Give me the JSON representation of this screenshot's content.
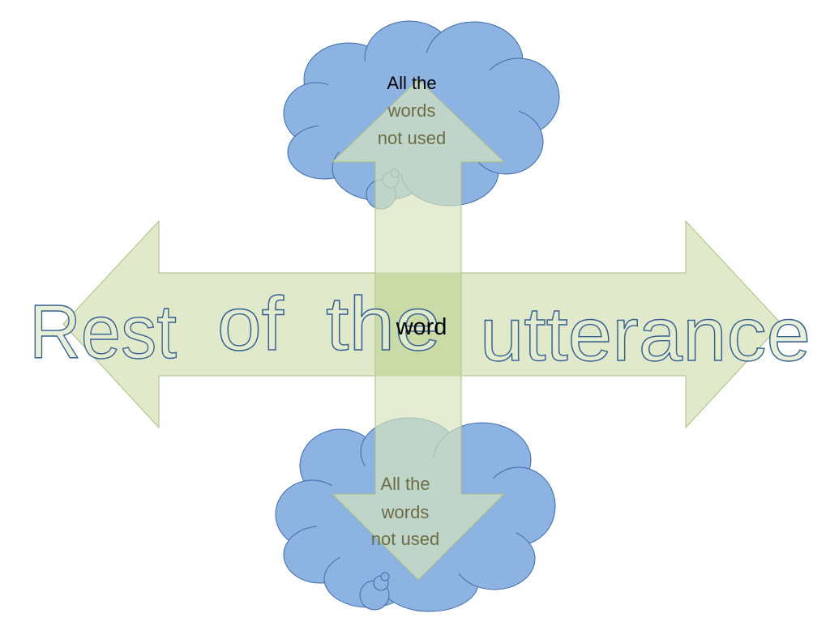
{
  "diagram": {
    "center_word": "word",
    "big_text": [
      "Rest",
      "of",
      "the",
      "utterance"
    ],
    "top_cloud": {
      "lines": [
        "All the",
        "words",
        "not used"
      ]
    },
    "bottom_cloud": {
      "lines": [
        "All the",
        "words",
        "not used"
      ]
    }
  },
  "colors": {
    "cloud_fill": "#8db3e2",
    "cloud_stroke": "#3f6aa8",
    "arrow_fill": "#d7e4bd",
    "arrow_stroke": "#a9bf82",
    "center_fill": "#c3d69b",
    "wordart_fill": "#e3ecd0",
    "wordart_stroke": "#365f91",
    "cloud_text": "#6d6d45",
    "dark_text": "#000000"
  }
}
